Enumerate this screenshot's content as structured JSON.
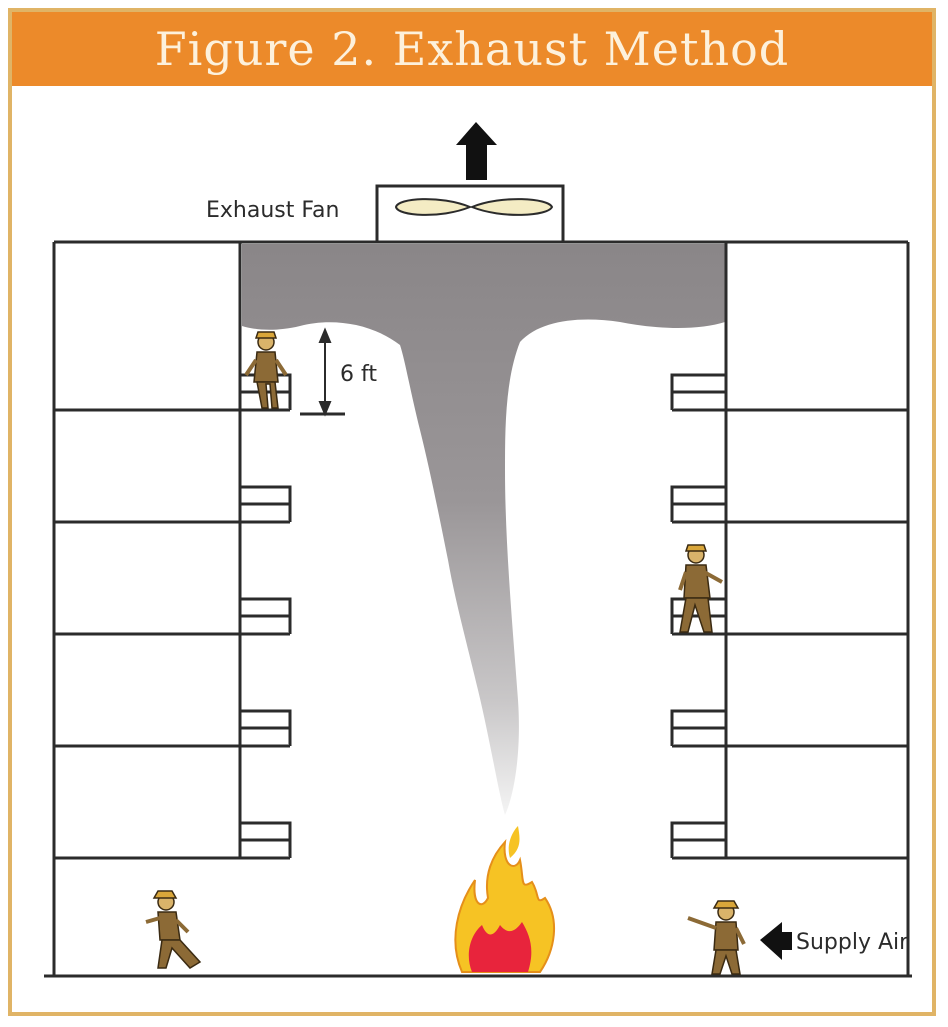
{
  "figure": {
    "title": "Figure 2. Exhaust Method"
  },
  "labels": {
    "exhaust_fan": "Exhaust Fan",
    "clearance": "6 ft",
    "supply_air": "Supply Air"
  },
  "colors": {
    "title_bg": "#ec8a2a",
    "title_text": "#fdf1dc",
    "frame_border": "#e0b466",
    "smoke": "#8e8a8c",
    "fan_blade": "#f4ecc4",
    "flame_outer": "#f6c324",
    "flame_inner": "#e8243c",
    "firefighter": "#8c6a36",
    "line": "#2b2b2b"
  },
  "icons": [
    "up-arrow-icon",
    "fan-blade-icon",
    "firefighter-icon",
    "flame-icon",
    "left-arrow-icon"
  ]
}
